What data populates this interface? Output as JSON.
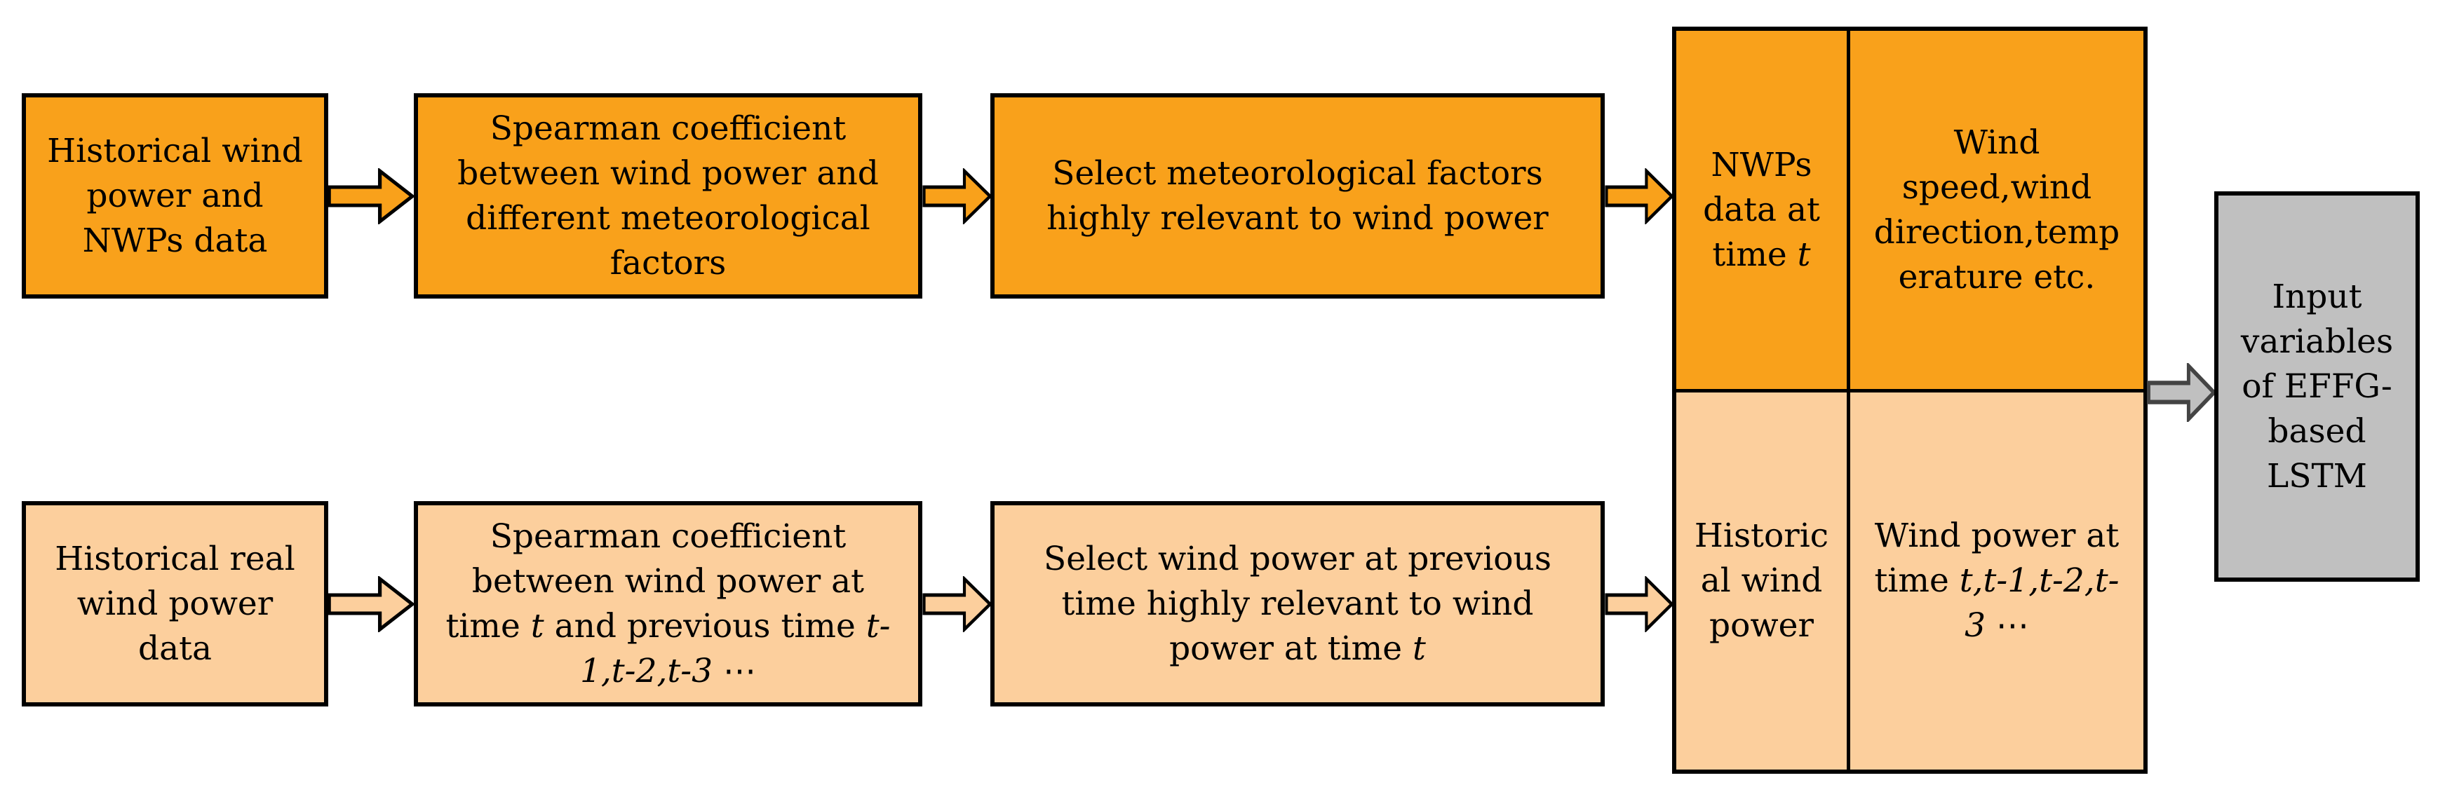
{
  "colors": {
    "orange": "#F9A11B",
    "light_orange": "#FCCF9D",
    "gray_fill": "#C0C0C0",
    "gray_arrow_stroke": "#444444",
    "outline": "#000000",
    "background": "#FFFFFF"
  },
  "top_row": {
    "source_box": {
      "lines": [
        [
          {
            "t": "Historical wind"
          }
        ],
        [
          {
            "t": "power and"
          }
        ],
        [
          {
            "t": "NWPs data"
          }
        ]
      ]
    },
    "spearman_box": {
      "lines": [
        [
          {
            "t": "Spearman coefficient"
          }
        ],
        [
          {
            "t": "between wind power and"
          }
        ],
        [
          {
            "t": "different meteorological"
          }
        ],
        [
          {
            "t": "factors"
          }
        ]
      ]
    },
    "select_box": {
      "lines": [
        [
          {
            "t": "Select meteorological factors"
          }
        ],
        [
          {
            "t": "highly relevant to wind power"
          }
        ]
      ]
    }
  },
  "bottom_row": {
    "source_box": {
      "lines": [
        [
          {
            "t": "Historical real"
          }
        ],
        [
          {
            "t": "wind power"
          }
        ],
        [
          {
            "t": "data"
          }
        ]
      ]
    },
    "spearman_box": {
      "lines": [
        [
          {
            "t": "Spearman coefficient"
          }
        ],
        [
          {
            "t": "between wind power at"
          }
        ],
        [
          {
            "t": "time "
          },
          {
            "t": "t",
            "i": true
          },
          {
            "t": " and previous time "
          },
          {
            "t": "t-",
            "i": true
          }
        ],
        [
          {
            "t": "1,t-2,t-3",
            "i": true
          },
          {
            "t": " ⋯"
          }
        ]
      ]
    },
    "select_box": {
      "lines": [
        [
          {
            "t": "Select wind power at previous"
          }
        ],
        [
          {
            "t": "time highly relevant to wind"
          }
        ],
        [
          {
            "t": "power at time "
          },
          {
            "t": "t",
            "i": true
          }
        ]
      ]
    }
  },
  "table": {
    "nwp_label": {
      "lines": [
        [
          {
            "t": "NWPs"
          }
        ],
        [
          {
            "t": "data at"
          }
        ],
        [
          {
            "t": "time "
          },
          {
            "t": "t",
            "i": true
          }
        ]
      ]
    },
    "nwp_value": {
      "lines": [
        [
          {
            "t": "Wind"
          }
        ],
        [
          {
            "t": "speed,wind"
          }
        ],
        [
          {
            "t": "direction,temp"
          }
        ],
        [
          {
            "t": "erature etc."
          }
        ]
      ]
    },
    "hist_label": {
      "lines": [
        [
          {
            "t": "Historic"
          }
        ],
        [
          {
            "t": "al wind"
          }
        ],
        [
          {
            "t": "power"
          }
        ]
      ]
    },
    "hist_value": {
      "lines": [
        [
          {
            "t": "Wind power at"
          }
        ],
        [
          {
            "t": "time "
          },
          {
            "t": "t,t-1,t-2,t-",
            "i": true
          }
        ],
        [
          {
            "t": "3",
            "i": true
          },
          {
            "t": " ⋯"
          }
        ]
      ]
    }
  },
  "output_box": {
    "lines": [
      [
        {
          "t": "Input"
        }
      ],
      [
        {
          "t": "variables"
        }
      ],
      [
        {
          "t": "of EFFG-"
        }
      ],
      [
        {
          "t": "based"
        }
      ],
      [
        {
          "t": "LSTM"
        }
      ]
    ]
  }
}
